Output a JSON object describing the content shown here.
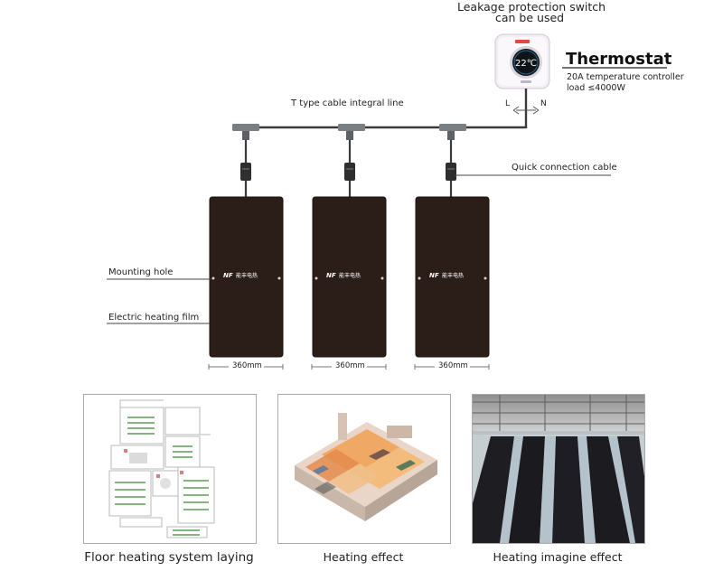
{
  "labels": {
    "leakage_line1": "Leakage protection switch",
    "leakage_line2": "can be used",
    "thermostat_title": "Thermostat",
    "thermostat_spec1": "20A temperature controller",
    "thermostat_spec2": "load ≤4000W",
    "thermostat_display": "22℃",
    "live": "L",
    "neutral": "N",
    "t_cable": "T type cable integral line",
    "quick_cable": "Quick connection cable",
    "mounting_hole": "Mounting hole",
    "heating_film": "Electric heating film",
    "film_logo": "NF",
    "film_brand": "能丰电热"
  },
  "films": [
    {
      "width_label": "360mm"
    },
    {
      "width_label": "360mm"
    },
    {
      "width_label": "360mm"
    }
  ],
  "photos": [
    {
      "caption": "Floor heating system laying"
    },
    {
      "caption": "Heating effect"
    },
    {
      "caption": "Heating imagine effect"
    }
  ],
  "colors": {
    "film": "#2b1d18",
    "cable": "#3a3a3a",
    "connector": "#6f7478",
    "thermostat_body": "#f2eef3",
    "thermostat_screen": "#101418"
  }
}
